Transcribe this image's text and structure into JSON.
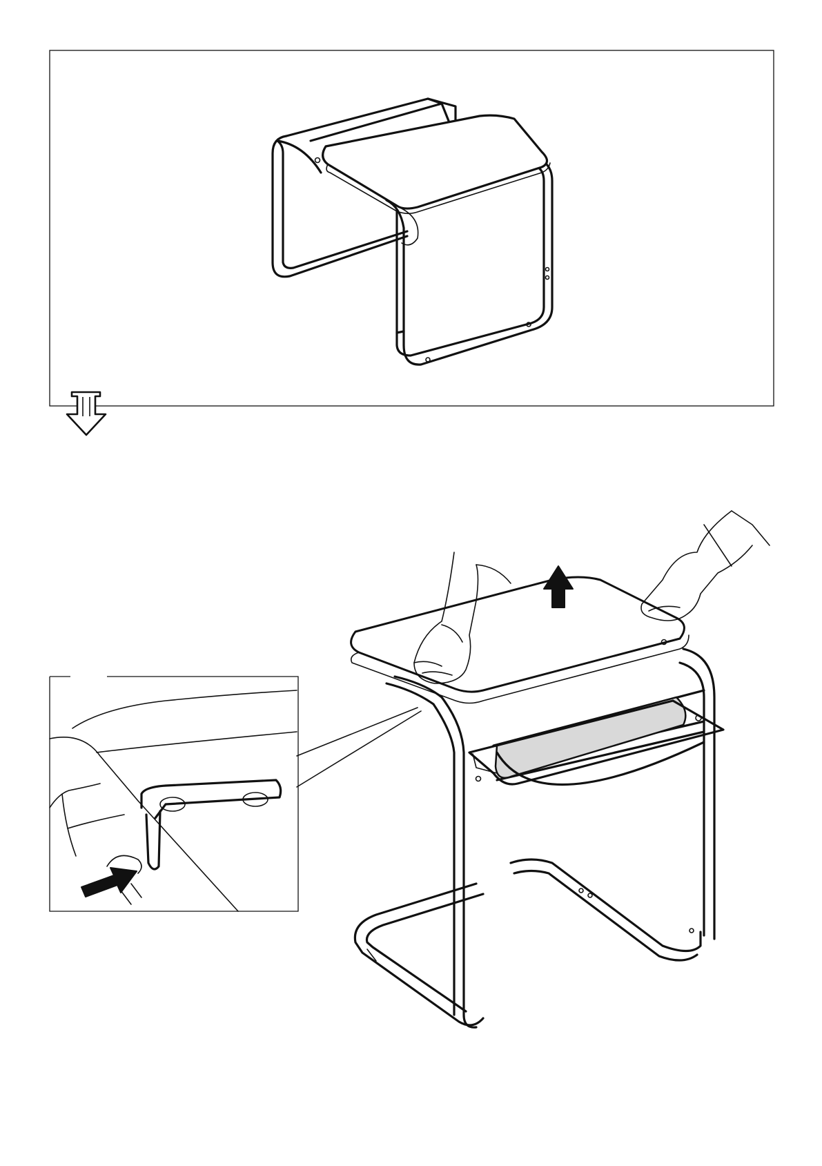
{
  "page": {
    "steps": [
      {
        "id": "step-previous",
        "illustration": "table-frame-with-top-attached"
      },
      {
        "id": "step-current",
        "illustration": "lift-table-top-off-frame"
      }
    ],
    "continuation_arrow_icon": "hollow-down-arrow-icon",
    "lift_direction_icon": "up-arrow-icon",
    "push_direction_icon": "right-arrow-icon",
    "detail_callout": "press-latch-release-detail",
    "colors": {
      "line": "#111111",
      "tray_fill": "#d9d9d9",
      "background": "#ffffff"
    }
  }
}
